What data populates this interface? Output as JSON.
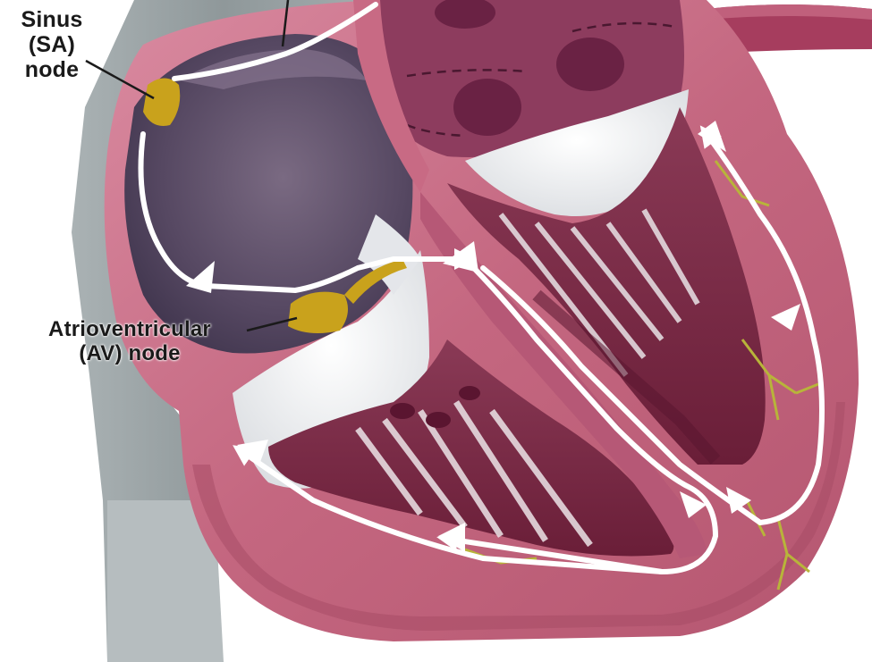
{
  "labels": {
    "sa_node": {
      "line1": "Sinus",
      "line2": "(SA)",
      "line3": "node"
    },
    "av_node": {
      "line1": "Atrioventricular",
      "line2": "(AV) node"
    }
  },
  "colors": {
    "background": "#ffffff",
    "aorta_grey": "#9ea6a8",
    "heart_wall": "#c9677f",
    "wall_light": "#dc8a9e",
    "atrium_dark": "#3e3550",
    "atrium_mid": "#5c4b66",
    "ventricle_dark": "#6e1f3a",
    "ventricle_mid": "#8e3552",
    "valve_white": "#eef0f2",
    "node_yellow": "#c9a21c",
    "purkinje_green": "#b8b43a",
    "conduction_path": "#ffffff"
  }
}
